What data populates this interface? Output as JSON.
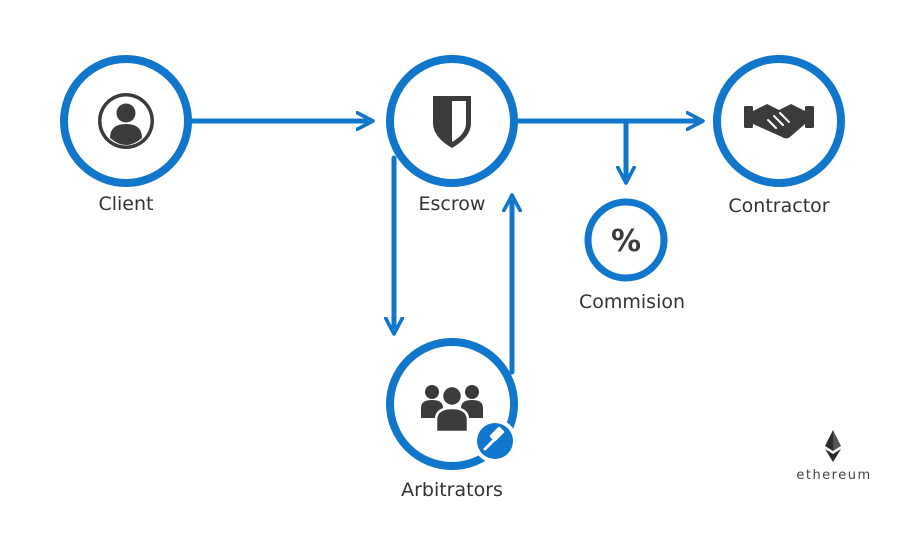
{
  "colors": {
    "accent": "#1177cc",
    "icon": "#3b3b3b",
    "label": "#333333",
    "background": "#ffffff"
  },
  "nodes": {
    "client": {
      "label": "Client",
      "icon": "user-icon"
    },
    "escrow": {
      "label": "Escrow",
      "icon": "shield-icon"
    },
    "contractor": {
      "label": "Contractor",
      "icon": "handshake-icon"
    },
    "commission": {
      "label": "Commision",
      "icon": "percent-icon",
      "symbol": "%"
    },
    "arbitrators": {
      "label": "Arbitrators",
      "icon": "group-icon",
      "badge_icon": "gavel-icon"
    }
  },
  "edges": [
    {
      "from": "client",
      "to": "escrow"
    },
    {
      "from": "escrow",
      "to": "contractor"
    },
    {
      "from": "escrow",
      "to": "commission"
    },
    {
      "from": "escrow",
      "to": "arbitrators"
    },
    {
      "from": "arbitrators",
      "to": "escrow"
    }
  ],
  "brand": {
    "label": "ethereum",
    "icon": "ethereum-icon"
  }
}
